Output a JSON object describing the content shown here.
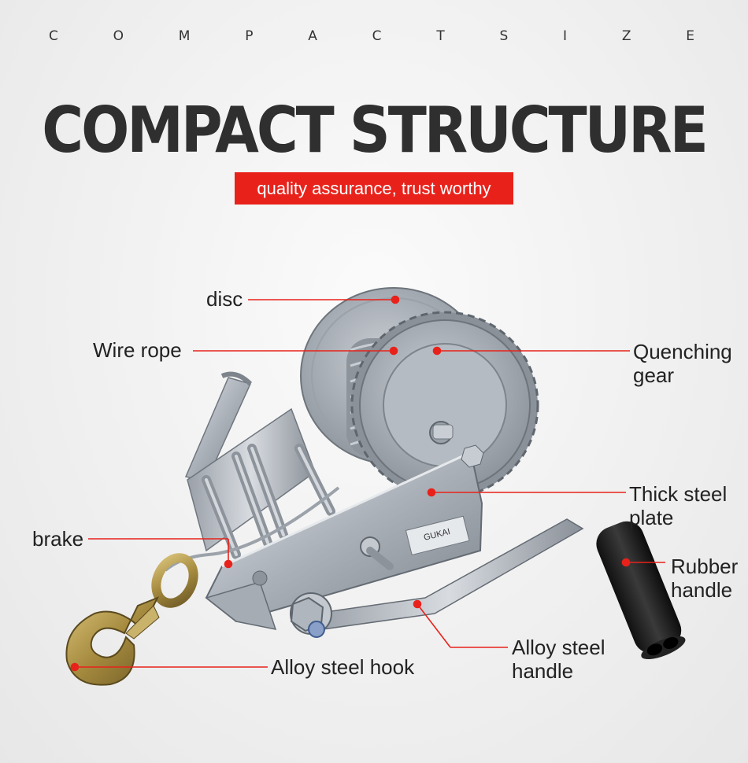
{
  "header": {
    "letters": [
      "C",
      "O",
      "M",
      "P",
      "A",
      "C",
      "T",
      "S",
      "I",
      "Z",
      "E"
    ],
    "title": "COMPACT STRUCTURE",
    "tagline": "quality assurance, trust worthy"
  },
  "labels": {
    "disc": "disc",
    "wire_rope": "Wire rope",
    "quenching_gear": [
      "Quenching",
      "gear"
    ],
    "thick_steel_plate": [
      "Thick steel",
      "plate"
    ],
    "brake": "brake",
    "rubber_handle": [
      "Rubber",
      "handle"
    ],
    "alloy_steel_hook": "Alloy steel hook",
    "alloy_steel_handle": [
      "Alloy steel",
      "handle"
    ]
  },
  "product": {
    "nameplate_text": "GUKAI"
  },
  "colors": {
    "accent": "#e8221b",
    "leader": "#e8221b"
  }
}
